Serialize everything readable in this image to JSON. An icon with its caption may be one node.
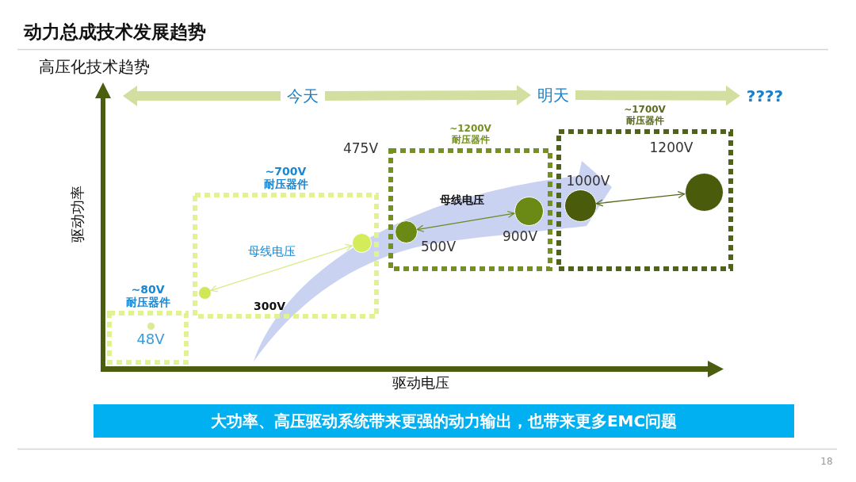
{
  "diagram": {
    "title": "动力总成技术发展趋势",
    "nodes": [
      {
        "text": [
          "今天"
        ]
      },
      {
        "text": [
          "明天"
        ]
      },
      {
        "text": [
          "????"
        ]
      },
      {
        "text": [
          "~80V 耐压器件"
        ]
      },
      {
        "text": [],
        "shape": "circle",
        "in": 3,
        "beside": [
          "48V"
        ]
      },
      {
        "text": [
          "~700V 耐压器件"
        ]
      },
      {
        "text": [],
        "shape": "circle",
        "in": 5
      },
      {
        "text": [],
        "shape": "circle",
        "in": 5
      },
      {
        "text": [
          "~1200V 耐压器件"
        ]
      },
      {
        "text": [],
        "shape": "circle",
        "in": 8,
        "beside": [
          "500V"
        ]
      },
      {
        "text": [],
        "shape": "circle",
        "in": 8,
        "beside": [
          "900V"
        ]
      },
      {
        "text": [
          "~1700V 耐压器件"
        ]
      },
      {
        "text": [],
        "shape": "circle",
        "in": 11,
        "beside": [
          "1000V"
        ]
      },
      {
        "text": [],
        "shape": "circle",
        "in": 11,
        "beside": [
          "1200V"
        ]
      },
      {
        "text": [
          "大功率、高压驱动系统带来更强的动力输出，也带来更多EMC问题"
        ]
      }
    ],
    "edges": [
      {
        "from": 0,
        "to": null,
        "arrow": "to",
        "style": "thick",
        "color": "#d3dfa0"
      },
      {
        "from": 0,
        "to": 1,
        "arrow": "to",
        "style": "thick",
        "color": "#d3dfa0"
      },
      {
        "from": 1,
        "to": 2,
        "arrow": "to",
        "style": "thick",
        "color": "#d3dfa0"
      },
      {
        "from": 6,
        "to": 7,
        "arrow": "both",
        "label": "母线电压",
        "color": "#d6ec8a"
      },
      {
        "from": 9,
        "to": 10,
        "arrow": "both",
        "label": "母线电压",
        "color": "#6b8a1e"
      },
      {
        "from": 12,
        "to": 13,
        "arrow": "both",
        "color": "#55691c"
      }
    ],
    "labels": [
      "高压化技术趋势",
      "475V",
      "驱动功率",
      "300V",
      "驱动电压",
      "18"
    ]
  }
}
